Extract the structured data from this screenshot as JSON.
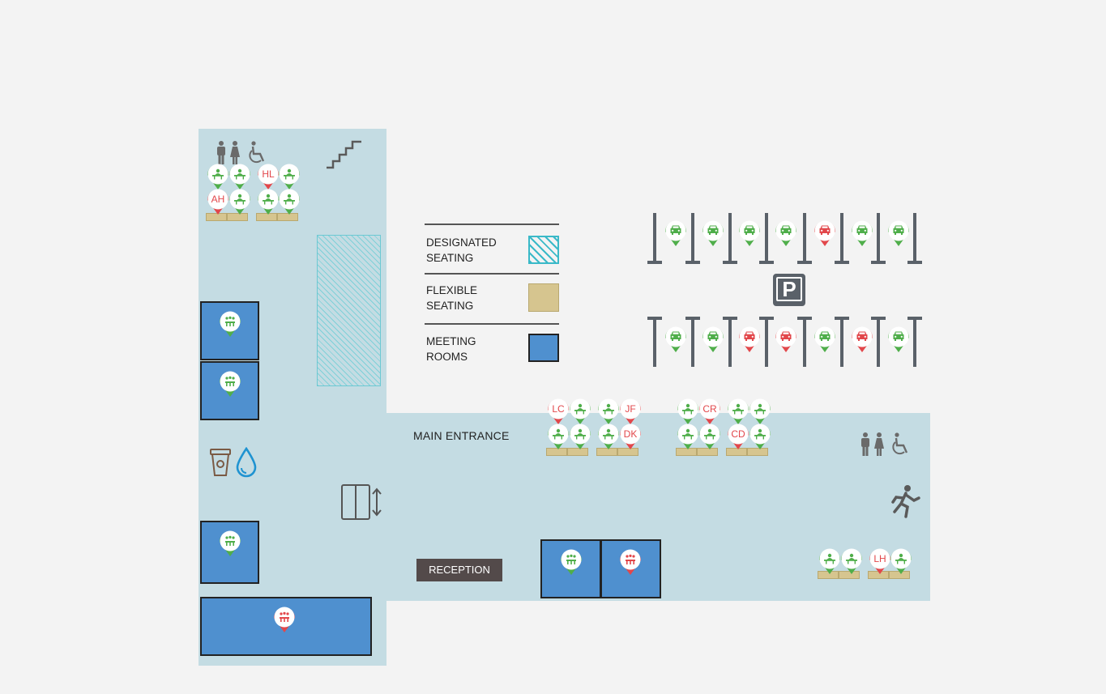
{
  "labels": {
    "main_entrance": "MAIN ENTRANCE",
    "reception": "RECEPTION",
    "parking_sign": "P"
  },
  "legend": {
    "designated": [
      "DESIGNATED",
      "SEATING"
    ],
    "flexible": [
      "FLEXIBLE",
      "SEATING"
    ],
    "meeting": [
      "MEETING",
      "ROOMS"
    ]
  },
  "colors": {
    "available": "#4fae4a",
    "occupied": "#e2474b",
    "floor": "#c4dce3",
    "meeting_room": "#4f90cf",
    "flexible_seating": "#d6c58f",
    "designated_seating": "#7fd0d8"
  },
  "desk_pins": {
    "top_left": [
      "available",
      "available",
      "HL",
      "available",
      "AH",
      "available",
      "available",
      "available"
    ],
    "mid_group_a": [
      "LC",
      "available",
      "available",
      "JF",
      "available",
      "available",
      "available",
      "DK"
    ],
    "mid_group_b": [
      "available",
      "CR",
      "available",
      "available",
      "available",
      "available",
      "CD",
      "available"
    ],
    "bottom_right": [
      "available",
      "available",
      "LH",
      "available"
    ]
  },
  "room_pins": [
    "available",
    "available",
    "available",
    "occupied",
    "available",
    "occupied"
  ],
  "parking": {
    "top_row": [
      "available",
      "available",
      "available",
      "available",
      "occupied",
      "available",
      "available"
    ],
    "bottom_row": [
      "available",
      "available",
      "occupied",
      "occupied",
      "available",
      "occupied",
      "available"
    ]
  },
  "icons": [
    "restroom-men-icon",
    "restroom-women-icon",
    "accessible-icon",
    "stairs-icon",
    "coffee-cup-icon",
    "water-drop-icon",
    "elevator-icon",
    "emergency-exit-icon",
    "parking-icon",
    "desk-icon",
    "meeting-room-icon",
    "car-icon"
  ]
}
